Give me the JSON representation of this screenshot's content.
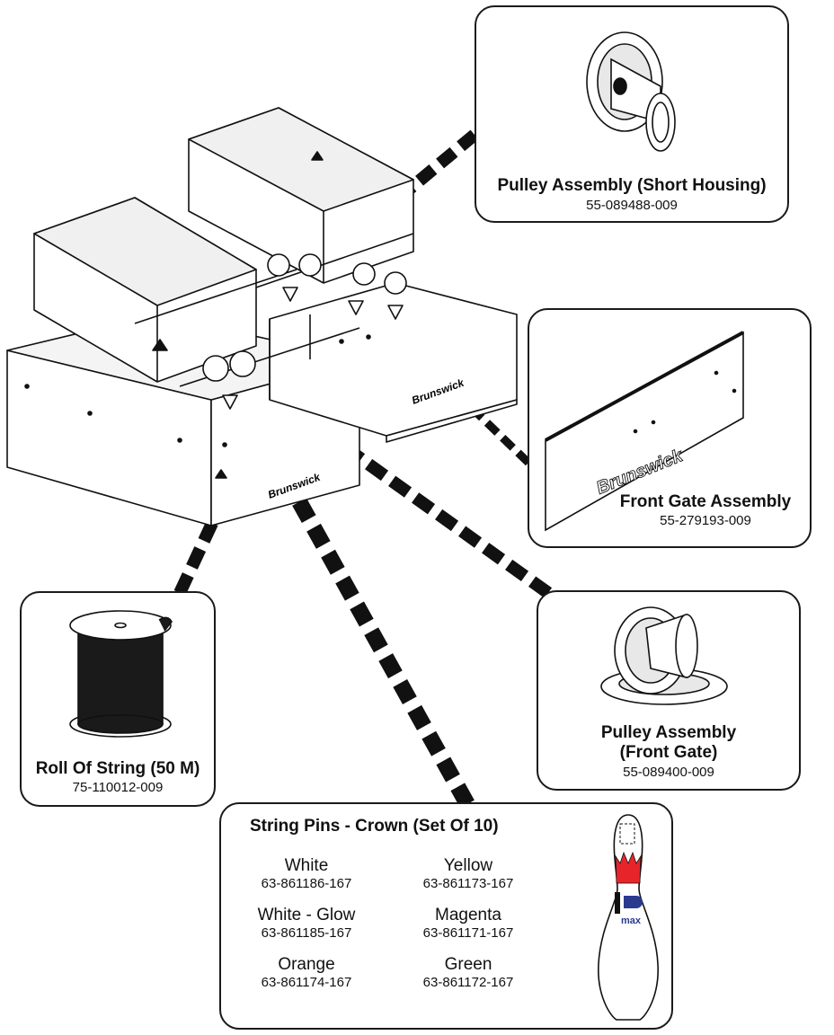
{
  "parts": {
    "pulley_short": {
      "title": "Pulley Assembly (Short Housing)",
      "part_number": "55-089488-009"
    },
    "front_gate": {
      "title": "Front Gate Assembly",
      "part_number": "55-279193-009",
      "decal": "Brunswick"
    },
    "pulley_front_gate": {
      "title_line1": "Pulley Assembly",
      "title_line2": "(Front Gate)",
      "part_number": "55-089400-009"
    },
    "string_roll": {
      "title": "Roll Of String (50 M)",
      "part_number": "75-110012-009"
    }
  },
  "machine": {
    "decal_1": "Brunswick",
    "decal_2": "Brunswick"
  },
  "string_pins": {
    "title": "String Pins - Crown (Set Of 10)",
    "variants": [
      {
        "name": "White",
        "part_number": "63-861186-167"
      },
      {
        "name": "Yellow",
        "part_number": "63-861173-167"
      },
      {
        "name": "White - Glow",
        "part_number": "63-861185-167"
      },
      {
        "name": "Magenta",
        "part_number": "63-861171-167"
      },
      {
        "name": "Orange",
        "part_number": "63-861174-167"
      },
      {
        "name": "Green",
        "part_number": "63-861172-167"
      }
    ],
    "pin_logo": "max",
    "crown_color": "#e8242b",
    "logo_color": "#2b3a8f"
  }
}
